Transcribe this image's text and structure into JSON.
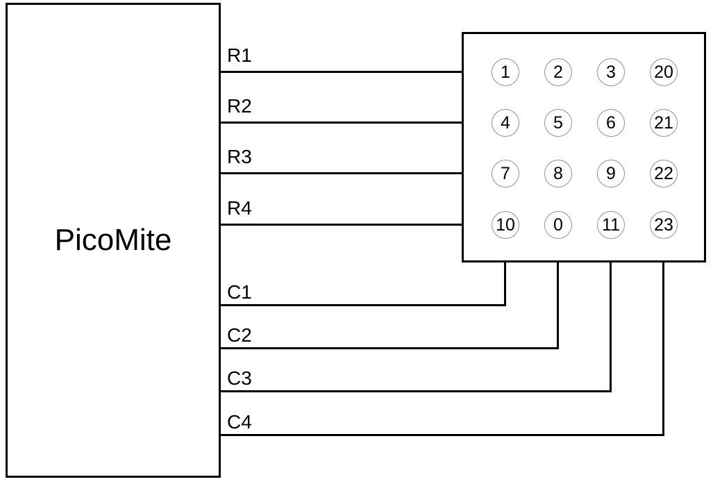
{
  "diagram": {
    "device": {
      "label": "PicoMite"
    },
    "keypad": {
      "keys": [
        {
          "label": "1"
        },
        {
          "label": "2"
        },
        {
          "label": "3"
        },
        {
          "label": "20"
        },
        {
          "label": "4"
        },
        {
          "label": "5"
        },
        {
          "label": "6"
        },
        {
          "label": "21"
        },
        {
          "label": "7"
        },
        {
          "label": "8"
        },
        {
          "label": "9"
        },
        {
          "label": "22"
        },
        {
          "label": "10"
        },
        {
          "label": "0"
        },
        {
          "label": "11"
        },
        {
          "label": "23"
        }
      ],
      "grid": {
        "rows": 4,
        "cols": 4
      }
    },
    "row_wires": [
      {
        "label": "R1"
      },
      {
        "label": "R2"
      },
      {
        "label": "R3"
      },
      {
        "label": "R4"
      }
    ],
    "col_wires": [
      {
        "label": "C1"
      },
      {
        "label": "C2"
      },
      {
        "label": "C3"
      },
      {
        "label": "C4"
      }
    ],
    "colors": {
      "background": "#ffffff",
      "wire": "#000000",
      "box_border": "#000000",
      "key_circle_border": "#909090",
      "text": "#000000"
    }
  }
}
